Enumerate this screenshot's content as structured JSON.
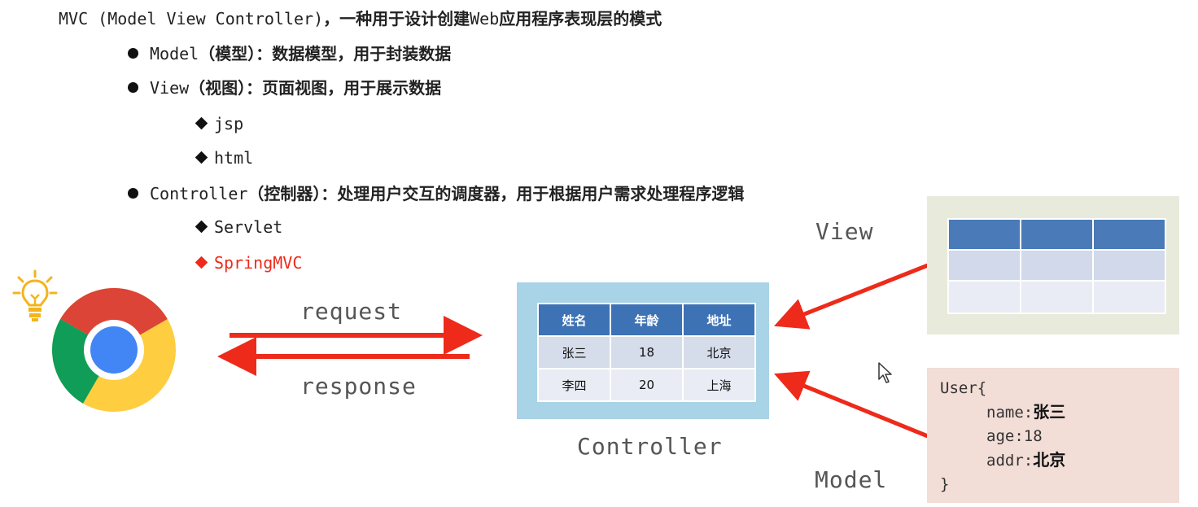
{
  "heading": {
    "en": "MVC (Model View Controller)",
    "cn": "，一种用于设计创建",
    "en2": "Web",
    "cn2": "应用程序表现层的模式"
  },
  "bullets": {
    "model": {
      "en": "Model",
      "cn": "（模型）：数据模型，用于封装数据"
    },
    "view": {
      "en": "View",
      "cn": "（视图）：页面视图，用于展示数据"
    },
    "view_items": [
      "jsp",
      "html"
    ],
    "controller": {
      "en": "Controller",
      "cn": "（控制器）：处理用户交互的调度器，用于根据用户需求处理程序逻辑"
    },
    "controller_items": [
      "Servlet",
      "SpringMVC"
    ]
  },
  "diagram": {
    "request_label": "request",
    "response_label": "response",
    "controller_label": "Controller",
    "view_label": "View",
    "model_label": "Model",
    "table": {
      "headers": [
        "姓名",
        "年龄",
        "地址"
      ],
      "rows": [
        [
          "张三",
          "18",
          "北京"
        ],
        [
          "李四",
          "20",
          "上海"
        ]
      ]
    },
    "model_object": {
      "open": "User{",
      "name_key": "name:",
      "name_val": "张三",
      "age_key": "age:",
      "age_val": "18",
      "addr_key": "addr:",
      "addr_val": "北京",
      "close": "}"
    }
  },
  "colors": {
    "arrow": "#ee2a1a",
    "table_header": "#3d72b5",
    "controller_bg": "#a9d3e6",
    "view_bg": "#e8ebdb",
    "model_bg": "#f2ddd7"
  },
  "icons": [
    "lightbulb-icon",
    "chrome-icon",
    "mouse-cursor-icon"
  ]
}
